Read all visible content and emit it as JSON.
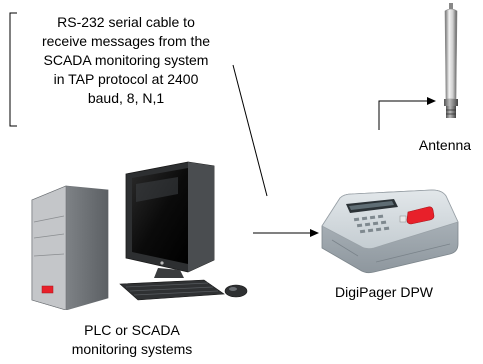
{
  "callout": {
    "lines": [
      "RS-232 serial cable to",
      "receive messages from the",
      "SCADA monitoring system",
      "in TAP protocol at 2400",
      "baud, 8, N,1"
    ]
  },
  "antenna": {
    "label": "Antenna",
    "icon": "antenna-icon"
  },
  "pager": {
    "label": "DigiPager DPW",
    "icon": "pager-device-icon"
  },
  "pc": {
    "label_lines": [
      "PLC or SCADA",
      "monitoring systems"
    ],
    "icon": "desktop-computer-icon"
  },
  "colors": {
    "line": "#000000",
    "accent_red": "#e8202a"
  }
}
